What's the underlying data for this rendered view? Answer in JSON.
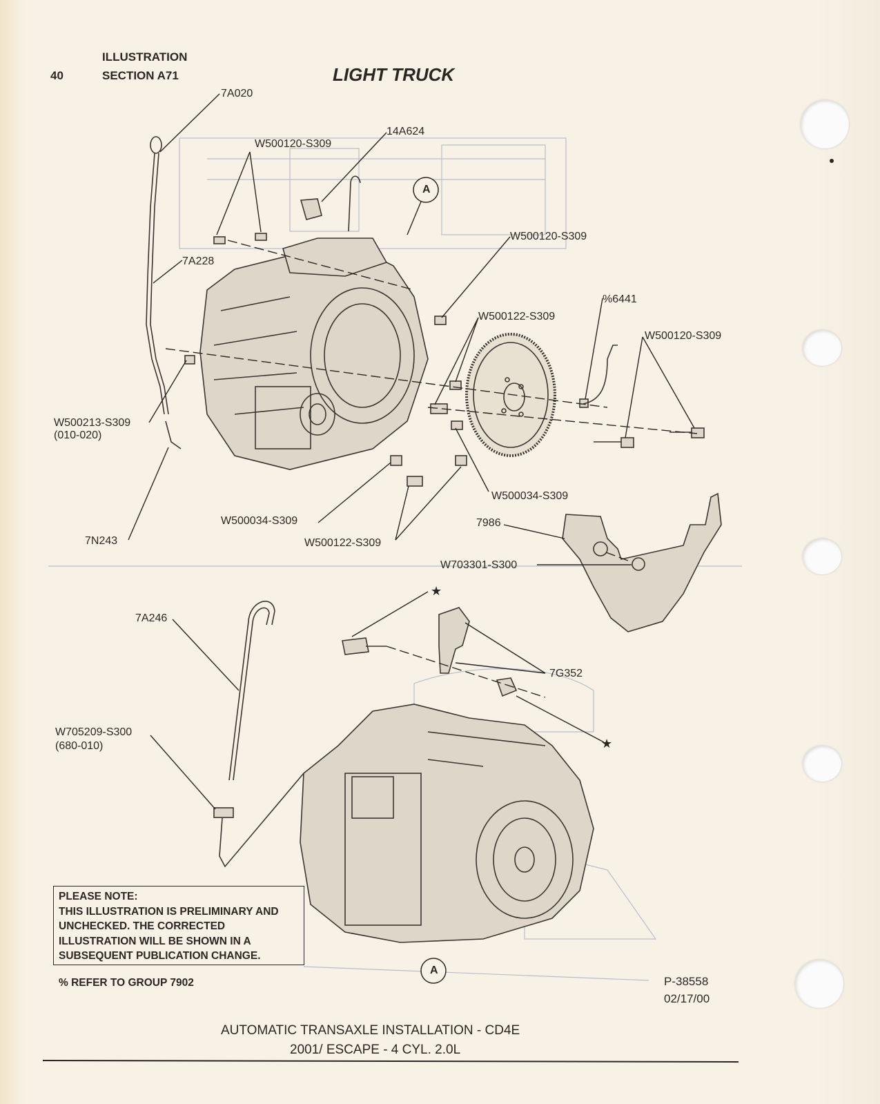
{
  "header": {
    "page_number": "40",
    "illustration_label": "ILLUSTRATION",
    "section": "SECTION A71",
    "title": "LIGHT TRUCK"
  },
  "callouts": {
    "c_7a020": "7A020",
    "c_14a624": "14A624",
    "c_w500120_a": "W500120-S309",
    "c_circle_a_top": "A",
    "c_w500120_b": "W500120-S309",
    "c_7a228": "7A228",
    "c_6441": "%6441",
    "c_w500122_a": "W500122-S309",
    "c_w500120_c": "W500120-S309",
    "c_w500213": "W500213-S309",
    "c_w500213_sub": "(010-020)",
    "c_w500034_a": "W500034-S309",
    "c_w500034_b": "W500034-S309",
    "c_7n243": "7N243",
    "c_w500122_b": "W500122-S309",
    "c_7986": "7986",
    "c_w703301": "W703301-S300",
    "c_7a246": "7A246",
    "c_7g352": "7G352",
    "c_w705209": "W705209-S300",
    "c_w705209_sub": "(680-010)",
    "c_circle_a_bottom": "A"
  },
  "note": {
    "line1": "PLEASE NOTE:",
    "line2": "THIS ILLUSTRATION IS PRELIMINARY AND",
    "line3": "UNCHECKED.  THE CORRECTED",
    "line4": "ILLUSTRATION WILL BE SHOWN IN A",
    "line5": "SUBSEQUENT PUBLICATION CHANGE."
  },
  "refer_note": "% REFER TO GROUP 7902",
  "part_ref": {
    "number": "P-38558",
    "date": "02/17/00"
  },
  "footer": {
    "line1": "AUTOMATIC TRANSAXLE INSTALLATION - CD4E",
    "line2": "2001/ ESCAPE - 4 CYL. 2.0L"
  },
  "colors": {
    "paper": "#f6eee0",
    "ink": "#2a2622",
    "bleed_through": "#b9bccc"
  }
}
